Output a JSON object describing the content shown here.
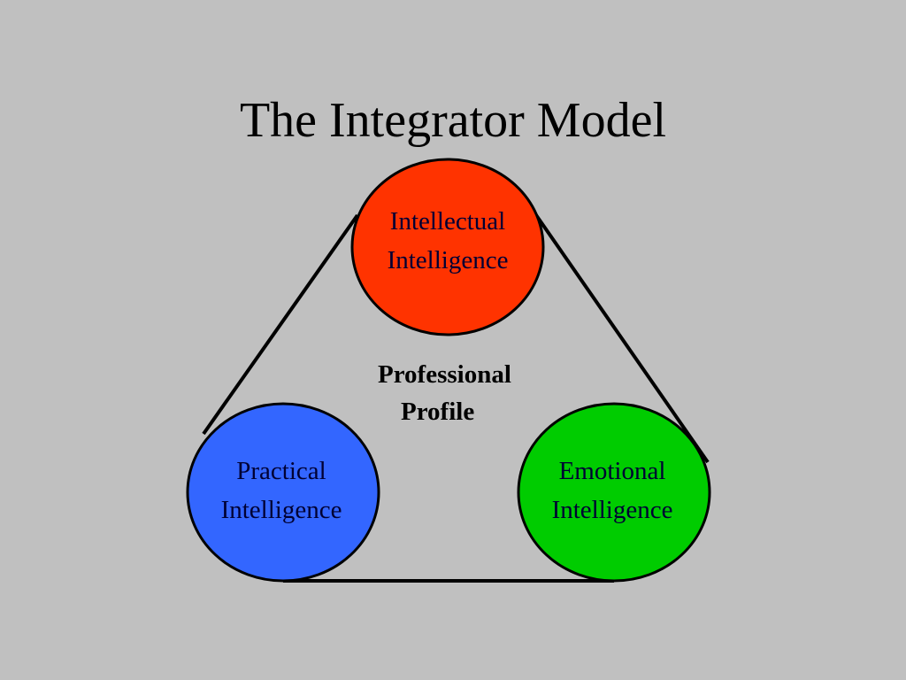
{
  "slide": {
    "title": "The Integrator Model",
    "background_color": "#c0c0c0"
  },
  "diagram": {
    "connector_color": "#000000",
    "nodes": [
      {
        "id": "intellectual",
        "line1": "Intellectual",
        "line2": "Intelligence",
        "fill": "#ff3300"
      },
      {
        "id": "practical",
        "line1": "Practical",
        "line2": "Intelligence",
        "fill": "#3366ff"
      },
      {
        "id": "emotional",
        "line1": "Emotional",
        "line2": "Intelligence",
        "fill": "#00cc00"
      }
    ],
    "center": {
      "line1": "Professional",
      "line2": "Profile"
    }
  }
}
